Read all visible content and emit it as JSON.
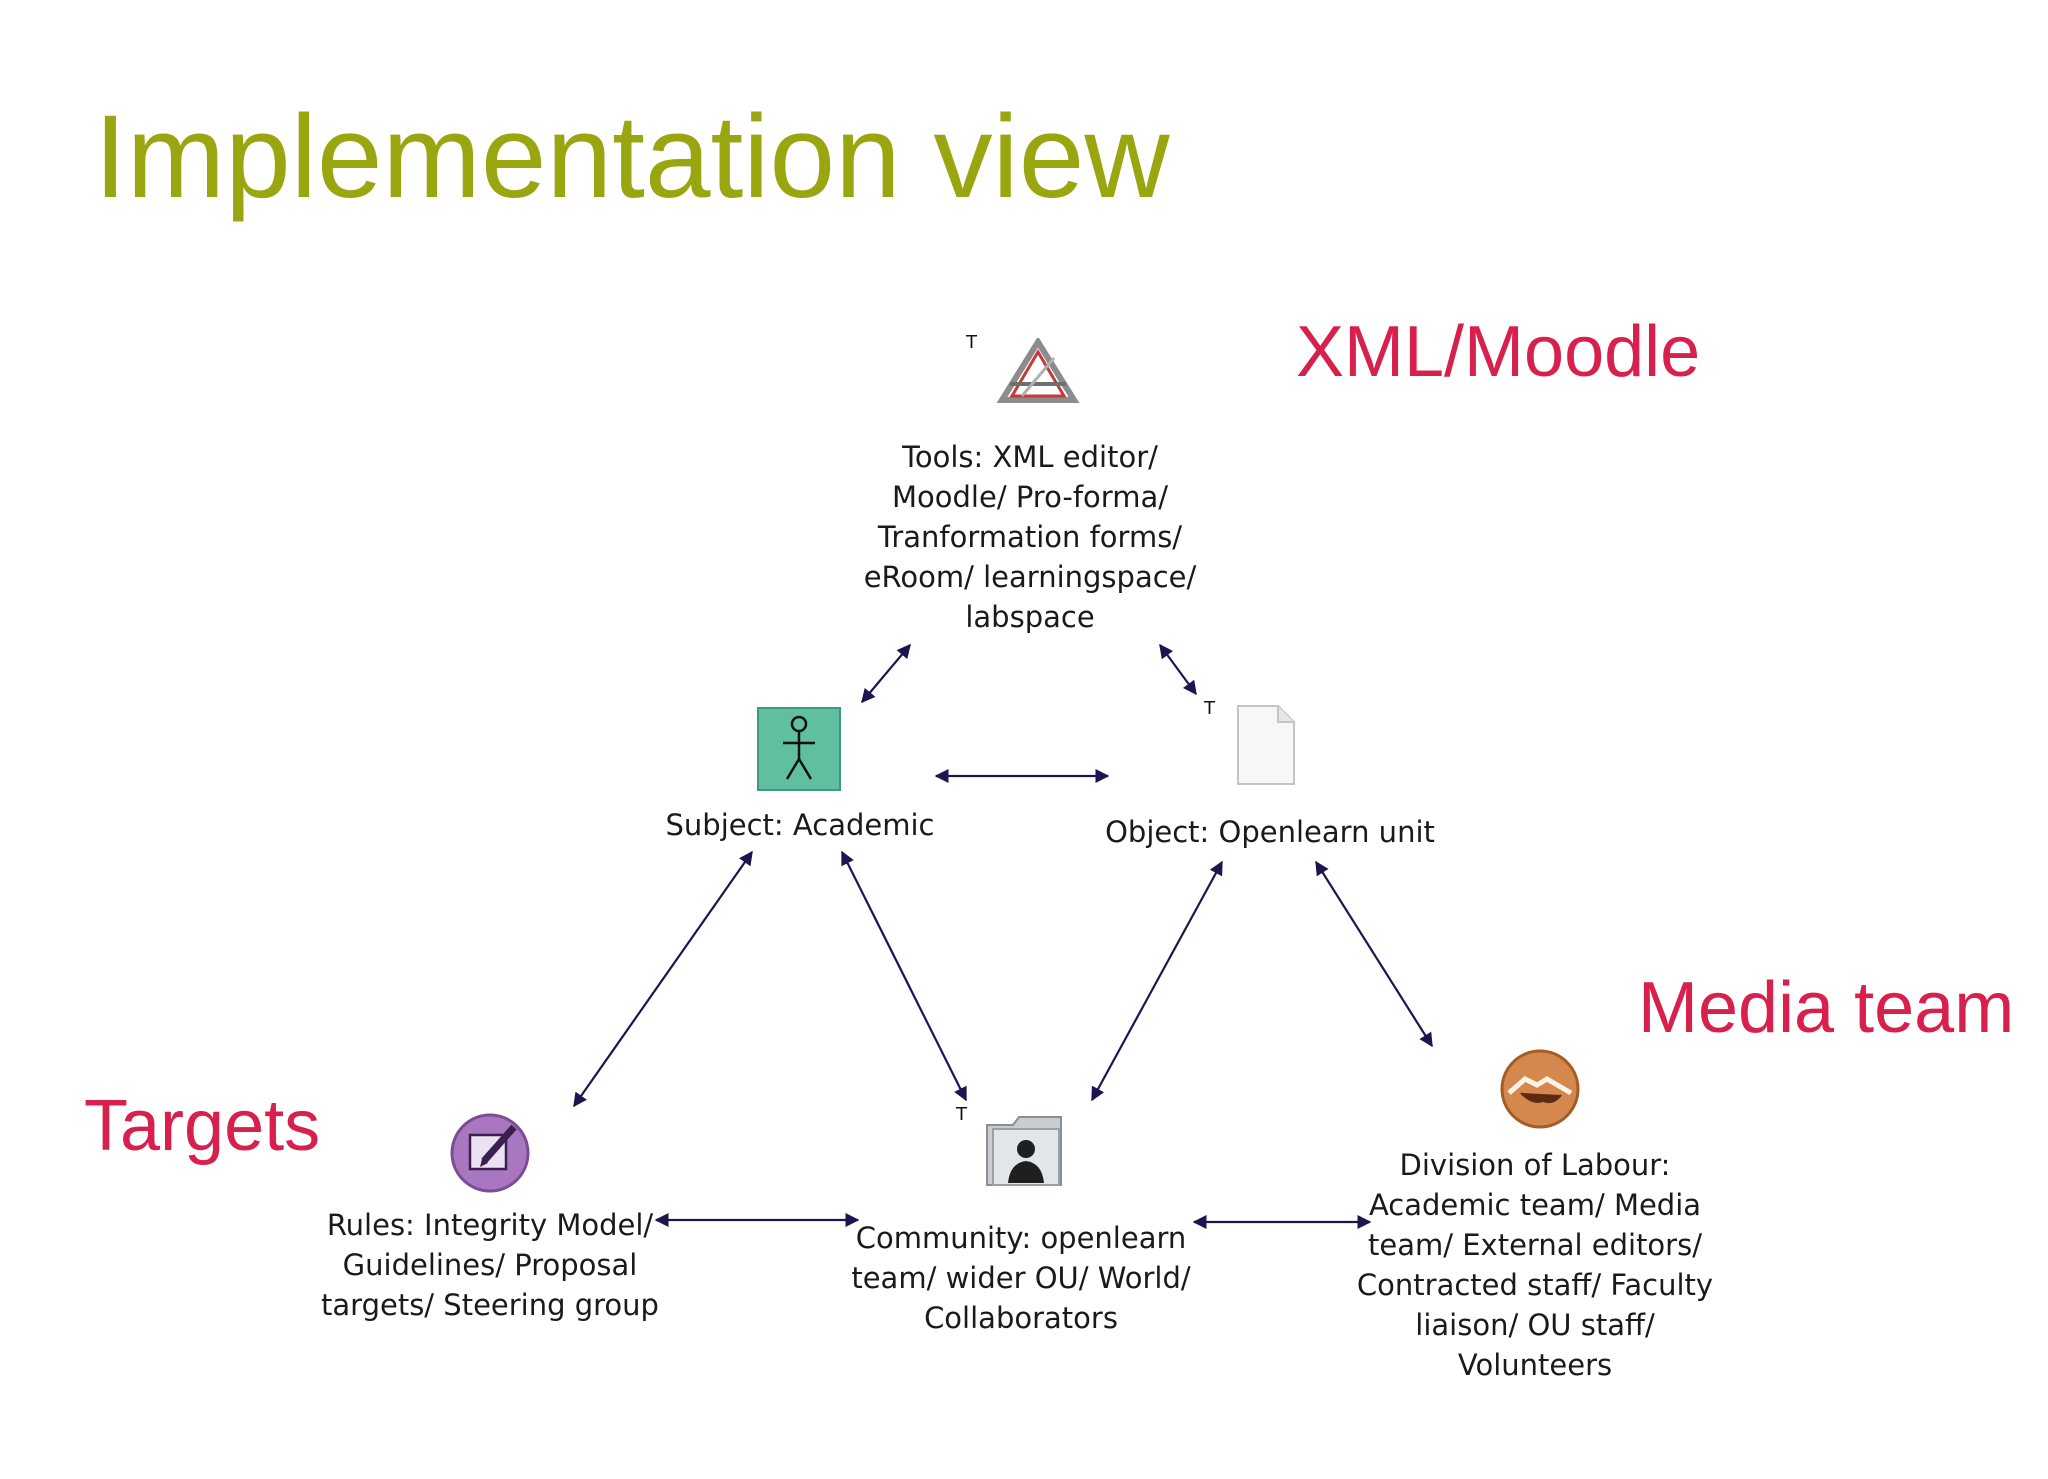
{
  "title": "Implementation view",
  "annotations": {
    "xml_moodle": "XML/Moodle",
    "media_team": "Media team",
    "targets": "Targets"
  },
  "nodes": {
    "tools": "Tools: XML editor/\nMoodle/  Pro-forma/\nTranformation forms/\neRoom/  learningspace/\nlabspace",
    "subject": "Subject: Academic",
    "object": "Object: Openlearn unit",
    "rules": "Rules: Integrity Model/\nGuidelines/ Proposal\ntargets/ Steering group",
    "community": "Community: openlearn\nteam/ wider OU/ World/\nCollaborators",
    "division": "Division of Labour:\nAcademic team/ Media\nteam/ External editors/\nContracted staff/ Faculty\nliaison/ OU staff/\nVolunteers"
  },
  "t_marker": "T",
  "icons": {
    "tools": "triangle-tool-icon",
    "subject": "stick-figure-icon",
    "object": "document-icon",
    "rules": "note-pencil-icon",
    "community": "user-folder-icon",
    "division": "handshake-icon"
  },
  "colors": {
    "title": "#9aa60f",
    "annotation": "#d8204c",
    "arrow": "#1c1550"
  }
}
